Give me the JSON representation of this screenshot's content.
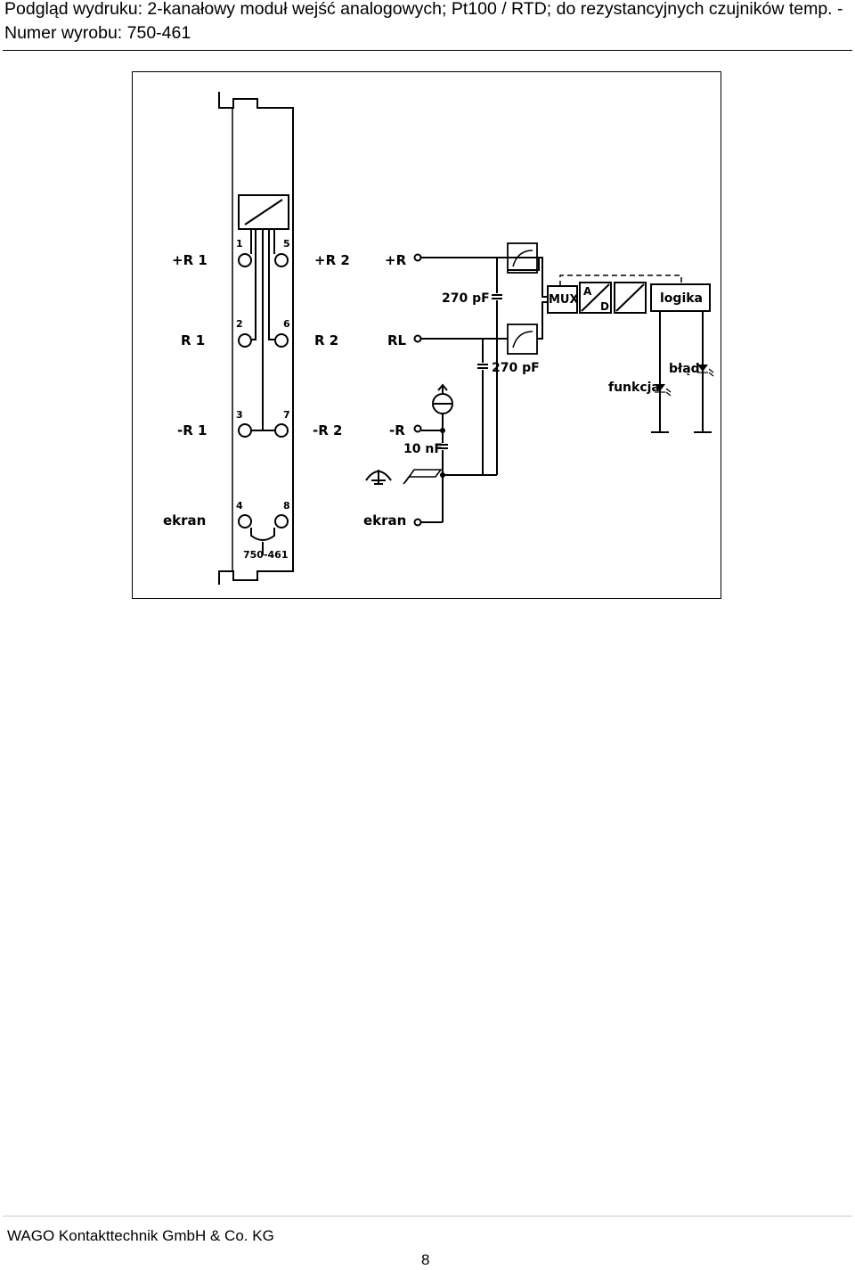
{
  "header": {
    "title": "Podgląd wydruku: 2-kanałowy moduł wejść analogowych; Pt100 / RTD; do rezystancyjnych czujników temp. - Numer wyrobu: 750-461"
  },
  "diagram": {
    "labels": {
      "plus_r1": "+R 1",
      "plus_r2": "+R 2",
      "plus_r": "+R",
      "r1": "R 1",
      "r2": "R 2",
      "rl": "RL",
      "minus_r1": "-R 1",
      "minus_r2": "-R 2",
      "minus_r": "-R",
      "ekran_left": "ekran",
      "ekran_right": "ekran",
      "cap1": "270 pF",
      "cap2": "270 pF",
      "cap3": "10 nF",
      "mux": "MUX",
      "adc_a": "A",
      "adc_d": "D",
      "logika": "logika",
      "blad": "błąd",
      "funkcja": "funkcja",
      "model": "750-461"
    },
    "terminals": [
      "1",
      "5",
      "2",
      "6",
      "3",
      "7",
      "4",
      "8"
    ]
  },
  "footer": {
    "company": "WAGO Kontakttechnik GmbH & Co. KG",
    "page": "8"
  }
}
